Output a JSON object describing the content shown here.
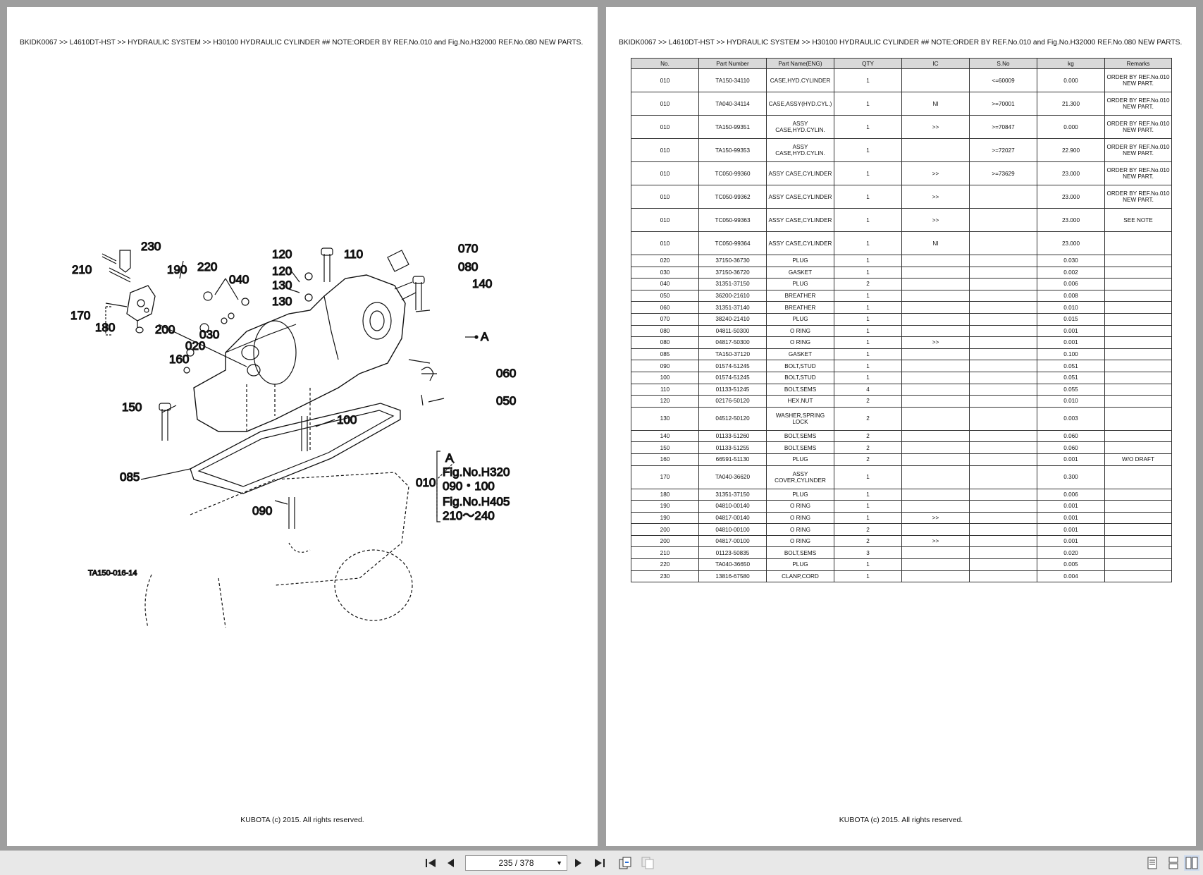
{
  "left_page": {
    "header": "BKIDK0067 >> L4610DT-HST >> HYDRAULIC SYSTEM >> H30100    HYDRAULIC CYLINDER ## NOTE:ORDER BY REF.No.010 and Fig.No.H32000 REF.No.080 NEW PARTS.",
    "diagram_code": "TA150-016-14",
    "callouts": [
      "230",
      "210",
      "190",
      "220",
      "040",
      "120",
      "110",
      "070",
      "080",
      "140",
      "170",
      "180",
      "200",
      "130",
      "030",
      "020",
      "160",
      "060",
      "050",
      "150",
      "100",
      "085",
      "010",
      "090"
    ],
    "ref_A": "A",
    "ref_A2": "A",
    "ref_fig1": "Fig.No.H320",
    "ref_fig1_items": "090・100",
    "ref_fig2": "Fig.No.H405",
    "ref_fig2_items": "210～240",
    "footer": "KUBOTA (c) 2015. All rights reserved."
  },
  "right_page": {
    "header": "BKIDK0067 >> L4610DT-HST >> HYDRAULIC SYSTEM >> H30100    HYDRAULIC CYLINDER ## NOTE:ORDER BY REF.No.010 and Fig.No.H32000 REF.No.080 NEW PARTS.",
    "columns": [
      "No.",
      "Part Number",
      "Part Name(ENG)",
      "QTY",
      "IC",
      "S.No",
      "kg",
      "Remarks"
    ],
    "rows": [
      [
        "010",
        "TA150-34110",
        "CASE,HYD.CYLINDER",
        "1",
        "",
        "<=60009",
        "0.000",
        "ORDER BY REF.No.010 NEW PART."
      ],
      [
        "010",
        "TA040-34114",
        "CASE,ASSY(HYD.CYL.)",
        "1",
        "NI",
        ">=70001",
        "21.300",
        "ORDER BY REF.No.010 NEW PART."
      ],
      [
        "010",
        "TA150-99351",
        "ASSY CASE,HYD.CYLIN.",
        "1",
        ">>",
        ">=70847",
        "0.000",
        "ORDER BY REF.No.010 NEW PART."
      ],
      [
        "010",
        "TA150-99353",
        "ASSY CASE,HYD.CYLIN.",
        "1",
        "",
        ">=72027",
        "22.900",
        "ORDER BY REF.No.010 NEW PART."
      ],
      [
        "010",
        "TC050-99360",
        "ASSY CASE,CYLINDER",
        "1",
        ">>",
        ">=73629",
        "23.000",
        "ORDER BY REF.No.010 NEW PART."
      ],
      [
        "010",
        "TC050-99362",
        "ASSY CASE,CYLINDER",
        "1",
        ">>",
        "",
        "23.000",
        "ORDER BY REF.No.010 NEW PART."
      ],
      [
        "010",
        "TC050-99363",
        "ASSY CASE,CYLINDER",
        "1",
        ">>",
        "",
        "23.000",
        "SEE NOTE"
      ],
      [
        "010",
        "TC050-99364",
        "ASSY CASE,CYLINDER",
        "1",
        "NI",
        "",
        "23.000",
        ""
      ],
      [
        "020",
        "37150-36730",
        "PLUG",
        "1",
        "",
        "",
        "0.030",
        ""
      ],
      [
        "030",
        "37150-36720",
        "GASKET",
        "1",
        "",
        "",
        "0.002",
        ""
      ],
      [
        "040",
        "31351-37150",
        "PLUG",
        "2",
        "",
        "",
        "0.006",
        ""
      ],
      [
        "050",
        "36200-21610",
        "BREATHER",
        "1",
        "",
        "",
        "0.008",
        ""
      ],
      [
        "060",
        "31351-37140",
        "BREATHER",
        "1",
        "",
        "",
        "0.010",
        ""
      ],
      [
        "070",
        "38240-21410",
        "PLUG",
        "1",
        "",
        "",
        "0.015",
        ""
      ],
      [
        "080",
        "04811-50300",
        "O RING",
        "1",
        "",
        "",
        "0.001",
        ""
      ],
      [
        "080",
        "04817-50300",
        "O RING",
        "1",
        ">>",
        "",
        "0.001",
        ""
      ],
      [
        "085",
        "TA150-37120",
        "GASKET",
        "1",
        "",
        "",
        "0.100",
        ""
      ],
      [
        "090",
        "01574-51245",
        "BOLT,STUD",
        "1",
        "",
        "",
        "0.051",
        ""
      ],
      [
        "100",
        "01574-51245",
        "BOLT,STUD",
        "1",
        "",
        "",
        "0.051",
        ""
      ],
      [
        "110",
        "01133-51245",
        "BOLT,SEMS",
        "4",
        "",
        "",
        "0.055",
        ""
      ],
      [
        "120",
        "02176-50120",
        "HEX.NUT",
        "2",
        "",
        "",
        "0.010",
        ""
      ],
      [
        "130",
        "04512-50120",
        "WASHER,SPRING LOCK",
        "2",
        "",
        "",
        "0.003",
        ""
      ],
      [
        "140",
        "01133-51260",
        "BOLT,SEMS",
        "2",
        "",
        "",
        "0.060",
        ""
      ],
      [
        "150",
        "01133-51255",
        "BOLT,SEMS",
        "2",
        "",
        "",
        "0.060",
        ""
      ],
      [
        "160",
        "66591-51130",
        "PLUG",
        "2",
        "",
        "",
        "0.001",
        "W/O DRAFT"
      ],
      [
        "170",
        "TA040-36620",
        "ASSY COVER,CYLINDER",
        "1",
        "",
        "",
        "0.300",
        ""
      ],
      [
        "180",
        "31351-37150",
        "PLUG",
        "1",
        "",
        "",
        "0.006",
        ""
      ],
      [
        "190",
        "04810-00140",
        "O RING",
        "1",
        "",
        "",
        "0.001",
        ""
      ],
      [
        "190",
        "04817-00140",
        "O RING",
        "1",
        ">>",
        "",
        "0.001",
        ""
      ],
      [
        "200",
        "04810-00100",
        "O RING",
        "2",
        "",
        "",
        "0.001",
        ""
      ],
      [
        "200",
        "04817-00100",
        "O RING",
        "2",
        ">>",
        "",
        "0.001",
        ""
      ],
      [
        "210",
        "01123-50835",
        "BOLT,SEMS",
        "3",
        "",
        "",
        "0.020",
        ""
      ],
      [
        "220",
        "TA040-36650",
        "PLUG",
        "1",
        "",
        "",
        "0.005",
        ""
      ],
      [
        "230",
        "13816-67580",
        "CLANP,CORD",
        "1",
        "",
        "",
        "0.004",
        ""
      ]
    ],
    "tall_rows": [
      0,
      1,
      2,
      3,
      4,
      5,
      6,
      7,
      21,
      25
    ],
    "footer": "KUBOTA (c) 2015. All rights reserved."
  },
  "toolbar": {
    "page_display": "235 / 378"
  },
  "colors": {
    "background": "#9e9e9e",
    "page": "#ffffff",
    "table_header": "#d9d9d9",
    "toolbar": "#e8e8e8"
  },
  "icons": [
    "first-page-icon",
    "prev-page-icon",
    "next-page-icon",
    "last-page-icon",
    "fit-page-icon",
    "fit-width-icon",
    "single-page-icon",
    "continuous-page-icon",
    "two-page-icon"
  ]
}
